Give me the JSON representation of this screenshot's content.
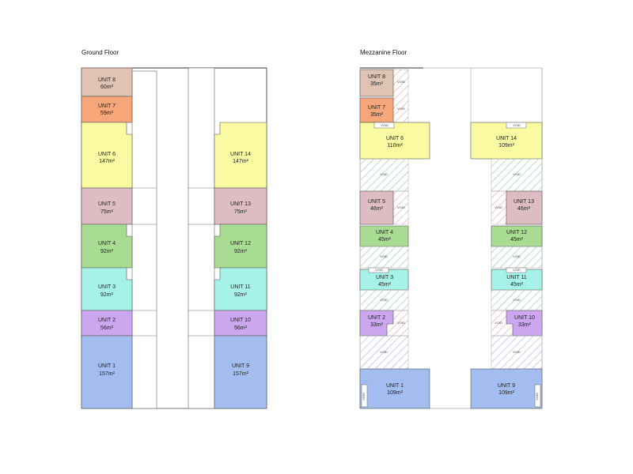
{
  "ground_floor": {
    "title": "Ground Floor",
    "units": [
      {
        "name": "UNIT 8",
        "area": "60m²",
        "color": "#dfc3b3"
      },
      {
        "name": "UNIT 7",
        "area": "59m²",
        "color": "#f7a679"
      },
      {
        "name": "UNIT 6",
        "area": "147m²",
        "color": "#fafaa3"
      },
      {
        "name": "UNIT 5",
        "area": "75m²",
        "color": "#ddbcc4"
      },
      {
        "name": "UNIT 4",
        "area": "92m²",
        "color": "#a9dc93"
      },
      {
        "name": "UNIT 3",
        "area": "92m²",
        "color": "#a6f2e8"
      },
      {
        "name": "UNIT 2",
        "area": "56m²",
        "color": "#cca7ef"
      },
      {
        "name": "UNIT 1",
        "area": "157m²",
        "color": "#a4bdf1"
      },
      {
        "name": "UNIT 14",
        "area": "147m²",
        "color": "#fafaa3"
      },
      {
        "name": "UNIT 13",
        "area": "75m²",
        "color": "#ddbcc4"
      },
      {
        "name": "UNIT 12",
        "area": "92m²",
        "color": "#a9dc93"
      },
      {
        "name": "UNIT 11",
        "area": "92m²",
        "color": "#a6f2e8"
      },
      {
        "name": "UNIT 10",
        "area": "56m²",
        "color": "#cca7ef"
      },
      {
        "name": "UNIT 9",
        "area": "157m²",
        "color": "#a4bdf1"
      }
    ]
  },
  "mezzanine_floor": {
    "title": "Mezzanine Floor",
    "void_label": "VOID",
    "units": [
      {
        "name": "UNIT 8",
        "area": "35m²",
        "color": "#dfc3b3"
      },
      {
        "name": "UNIT 7",
        "area": "35m²",
        "color": "#f7a679"
      },
      {
        "name": "UNIT 6",
        "area": "110m²",
        "color": "#fafaa3"
      },
      {
        "name": "UNIT 5",
        "area": "46m²",
        "color": "#ddbcc4"
      },
      {
        "name": "UNIT 4",
        "area": "45m²",
        "color": "#a9dc93"
      },
      {
        "name": "UNIT 3",
        "area": "45m²",
        "color": "#a6f2e8"
      },
      {
        "name": "UNIT 2",
        "area": "33m²",
        "color": "#cca7ef"
      },
      {
        "name": "UNIT 1",
        "area": "109m²",
        "color": "#a4bdf1"
      },
      {
        "name": "UNIT 14",
        "area": "109m²",
        "color": "#fafaa3"
      },
      {
        "name": "UNIT 13",
        "area": "46m²",
        "color": "#ddbcc4"
      },
      {
        "name": "UNIT 12",
        "area": "45m²",
        "color": "#a9dc93"
      },
      {
        "name": "UNIT 11",
        "area": "45m²",
        "color": "#a6f2e8"
      },
      {
        "name": "UNIT 10",
        "area": "33m²",
        "color": "#cca7ef"
      },
      {
        "name": "UNIT 9",
        "area": "109m²",
        "color": "#a4bdf1"
      }
    ]
  }
}
